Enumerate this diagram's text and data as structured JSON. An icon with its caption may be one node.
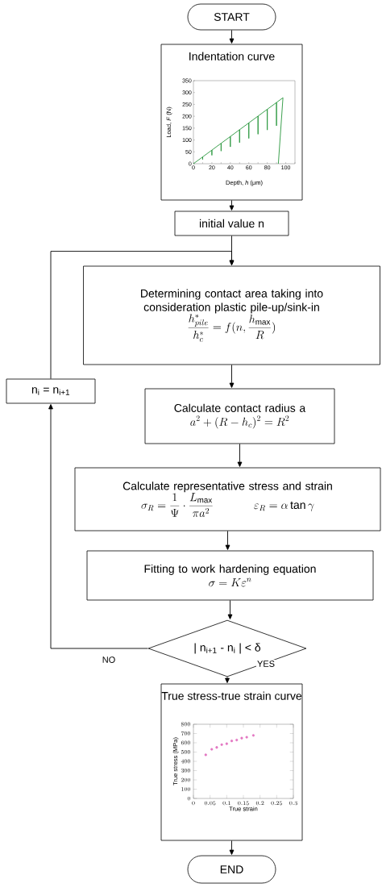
{
  "diagram": {
    "nodes": [
      {
        "text": [
          "START"
        ]
      },
      {
        "text": [
          "Indentation curve"
        ]
      },
      {
        "text": [
          "initial value n"
        ]
      },
      {
        "text": [
          "Determining contact area taking into consideration plastic pile-up/sink-in",
          "\\frac{h^{*}_{pile}}{h^{*}_{c}}=f(n,\\frac{h_{\\max}}{R})"
        ]
      },
      {
        "text": [
          "Calculate contact radius a",
          "a^{2}+(R-h_{c})^{2}=R^{2}"
        ]
      },
      {
        "text": [
          "Calculate representative stress and strain",
          "\\sigma_{R}=\\frac{1}{\\Psi}\\cdot\\frac{L_{\\max}}{\\pi a^{2}}",
          "\\varepsilon_{R}=\\alpha\\tan\\gamma"
        ]
      },
      {
        "text": [
          "Fitting to work hardening equation",
          "\\sigma=K\\varepsilon^{n}"
        ]
      },
      {
        "text": [
          "| n$_{i+1}$ - n$_{i}$ | < δ"
        ]
      },
      {
        "text": [
          "n$_{i}$ = n$_{i+1}$"
        ]
      },
      {
        "text": [
          "True stress-true strain curve"
        ]
      },
      {
        "text": [
          "END"
        ]
      }
    ],
    "edges": [
      {
        "from": 0,
        "to": 1,
        "arrow": "to"
      },
      {
        "from": 1,
        "to": 2,
        "arrow": "to"
      },
      {
        "from": 2,
        "to": 3,
        "arrow": "to"
      },
      {
        "from": 3,
        "to": 4,
        "arrow": "to"
      },
      {
        "from": 4,
        "to": 5,
        "arrow": "to"
      },
      {
        "from": 5,
        "to": 6,
        "arrow": "to"
      },
      {
        "from": 6,
        "to": 7,
        "arrow": "to"
      },
      {
        "from": 7,
        "to": 9,
        "arrow": "to",
        "label": "YES"
      },
      {
        "from": 7,
        "to": 8,
        "arrow": "to",
        "label": "NO"
      },
      {
        "from": 8,
        "to": 3,
        "arrow": "to"
      },
      {
        "from": 9,
        "to": 10,
        "arrow": "to"
      }
    ],
    "labels": [
      "350",
      "300",
      "250",
      "200",
      "150",
      "100",
      "50",
      "0",
      "Load, *F* (N)",
      "0",
      "20",
      "40",
      "60",
      "80",
      "100",
      "Depth, *h* (μm)"
    ],
    "chart_data": {
      "type": "scatter",
      "xlabel": "True strain",
      "ylabel": "True stress (MPa)",
      "x": [
        0.037,
        0.055,
        0.07,
        0.085,
        0.1,
        0.115,
        0.13,
        0.145,
        0.16,
        0.18
      ],
      "series": [
        {
          "color": "#e377c2",
          "values": [
            470,
            530,
            550,
            580,
            590,
            620,
            630,
            650,
            660,
            680
          ]
        }
      ],
      "xlim": [
        0,
        0.3
      ],
      "ylim": [
        0,
        800
      ],
      "xticks": [
        0,
        0.05,
        0.1,
        0.15,
        0.2,
        0.25,
        0.3
      ],
      "yticks": [
        0,
        100,
        200,
        300,
        400,
        500,
        600,
        700,
        800
      ]
    }
  }
}
